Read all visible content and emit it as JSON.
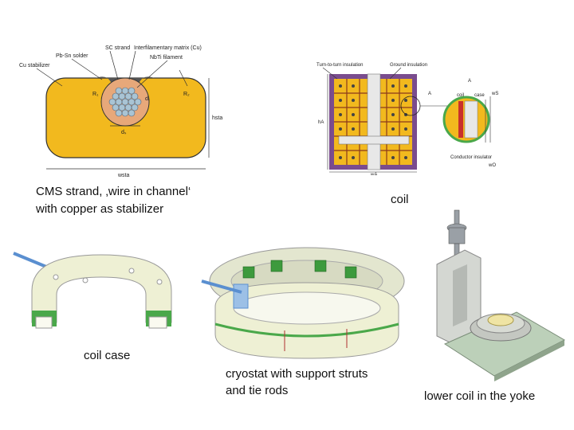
{
  "captions": {
    "strand_line1": "CMS strand, ‚wire in channel‘",
    "strand_line2": "with copper as stabilizer",
    "coil": "coil",
    "coil_case": "coil case",
    "cryostat_line1": "cryostat with support struts",
    "cryostat_line2": "and tie rods",
    "yoke": "lower coil in the yoke"
  },
  "strand_labels": {
    "sc_strand": "SC strand",
    "matrix": "Interfilamentary matrix (Cu)",
    "solder": "Pb-Sn solder",
    "filament": "NbTi filament",
    "stabilizer": "Cu stabilizer",
    "r1": "R₁",
    "r2": "R₂",
    "dt": "dₜ",
    "ds": "dₛ",
    "hsta": "hsta",
    "wsta": "wsta"
  },
  "coil_labels": {
    "turn_insulation": "Turn-to-turn insulation",
    "ground_insulation": "Ground insulation",
    "a_top": "A",
    "a_side": "A",
    "ha": "hA",
    "wa": "wA",
    "coil": "coil",
    "case": "case",
    "ws": "wS",
    "conductor_insulator": "Conductor insulator",
    "wo": "wO"
  },
  "colors": {
    "copper_yellow": "#f2b91e",
    "coil_purple": "#7a4c8e",
    "case_cream": "#eef0d4",
    "case_green": "#4aa84a",
    "tube_blue": "#5a8fd0",
    "yoke_grey": "#c9ccc8"
  }
}
